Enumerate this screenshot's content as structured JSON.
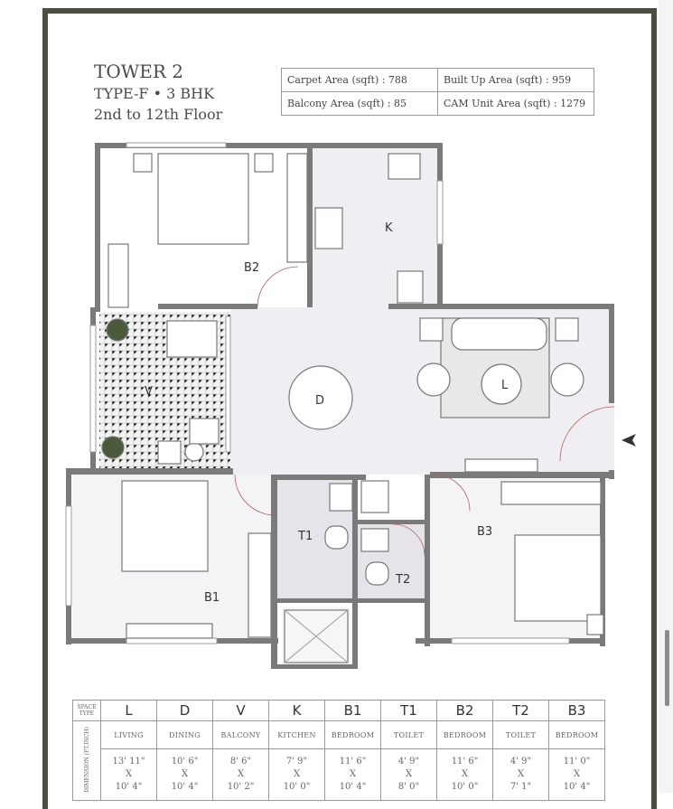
{
  "header": {
    "title": "TOWER 2",
    "type": "TYPE-F • 3 BHK",
    "floors": "2nd to 12th Floor"
  },
  "areas": {
    "carpet": "Carpet Area (sqft) : 788",
    "built_up": "Built Up Area (sqft) : 959",
    "balcony": "Balcony Area (sqft) : 85",
    "cam_unit": "CAM Unit Area (sqft) : 1279"
  },
  "plan_labels": {
    "B2": "B2",
    "K": "K",
    "V": "V",
    "D": "D",
    "L": "L",
    "T1": "T1",
    "T2": "T2",
    "B1": "B1",
    "B3": "B3"
  },
  "entrance_icon": "arrow-left-icon",
  "colors": {
    "frame": "#4b4e3f",
    "wall": "#7a7a7a",
    "floor": "#f0eef2"
  },
  "dimension_table": {
    "space_type_header": "SPACE TYPE",
    "dimension_header": "DIMENSION (FT.INCH)",
    "rows": [
      {
        "code": "L",
        "name": "LIVING",
        "w": "13' 11\"",
        "x": "X",
        "h": "10' 4\""
      },
      {
        "code": "D",
        "name": "DINING",
        "w": "10' 6\"",
        "x": "X",
        "h": "10' 4\""
      },
      {
        "code": "V",
        "name": "BALCONY",
        "w": "8' 6\"",
        "x": "X",
        "h": "10' 2\""
      },
      {
        "code": "K",
        "name": "KITCHEN",
        "w": "7' 9\"",
        "x": "X",
        "h": "10' 0\""
      },
      {
        "code": "B1",
        "name": "BEDROOM",
        "w": "11' 6\"",
        "x": "X",
        "h": "10' 4\""
      },
      {
        "code": "T1",
        "name": "TOILET",
        "w": "4' 9\"",
        "x": "X",
        "h": "8' 0\""
      },
      {
        "code": "B2",
        "name": "BEDROOM",
        "w": "11' 6\"",
        "x": "X",
        "h": "10' 0\""
      },
      {
        "code": "T2",
        "name": "TOILET",
        "w": "4' 9\"",
        "x": "X",
        "h": "7' 1\""
      },
      {
        "code": "B3",
        "name": "BEDROOM",
        "w": "11' 0\"",
        "x": "X",
        "h": "10' 4\""
      }
    ]
  }
}
